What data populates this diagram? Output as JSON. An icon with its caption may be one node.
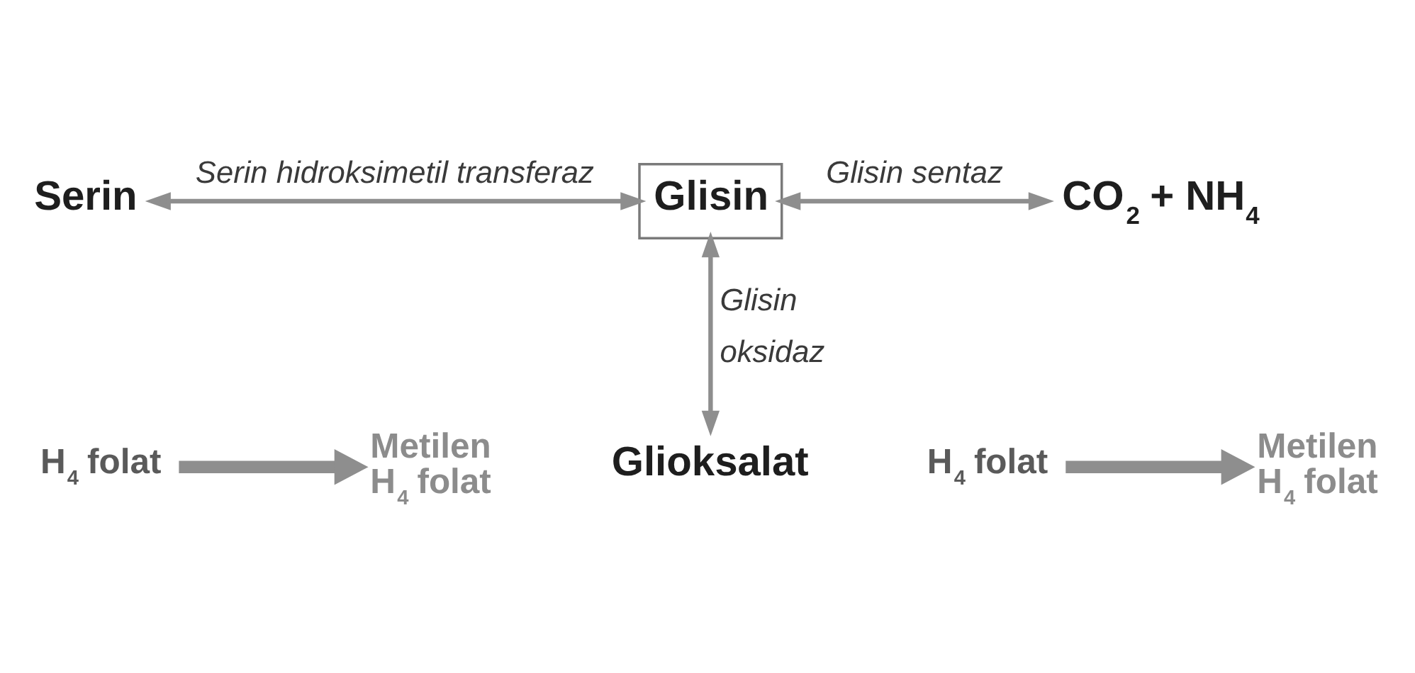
{
  "diagram": {
    "nodes": [
      {
        "text": [
          "Serin"
        ]
      },
      {
        "text": [
          "Glisin"
        ]
      },
      {
        "text": [
          "CO$_{2}$ + NH$_{4}$"
        ]
      },
      {
        "text": [
          "H$_{4}$ folat"
        ]
      },
      {
        "text": [
          "Metilen H$_{4}$ folat"
        ]
      },
      {
        "text": [
          "H$_{4}$ folat"
        ]
      },
      {
        "text": [
          "Metilen H$_{4}$ folat"
        ]
      },
      {
        "text": [
          "Glioksalat"
        ]
      }
    ],
    "edges": [
      {
        "from": 0,
        "to": 1,
        "arrow": "both",
        "label": "Serin hidroksimetil transferaz"
      },
      {
        "from": 1,
        "to": 2,
        "arrow": "both",
        "label": "Glisin sentaz"
      },
      {
        "from": 3,
        "to": 4,
        "arrow": "to",
        "style": "thick"
      },
      {
        "from": 5,
        "to": 6,
        "arrow": "to",
        "style": "thick"
      },
      {
        "from": 1,
        "to": 7,
        "arrow": "both",
        "label": "Glisin oksidaz"
      }
    ]
  }
}
